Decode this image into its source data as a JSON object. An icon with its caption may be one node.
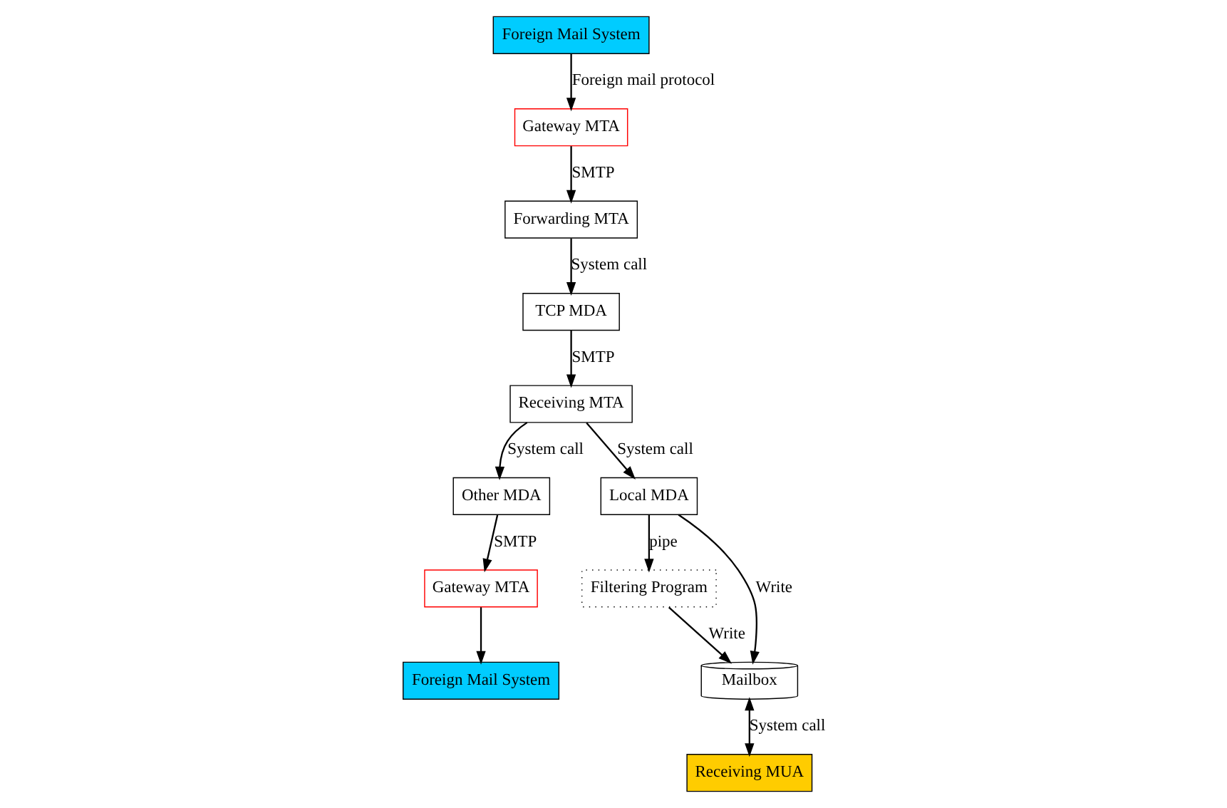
{
  "diagram": {
    "nodes": [
      {
        "text": [
          "Foreign Mail System"
        ]
      },
      {
        "text": [
          "Gateway MTA"
        ]
      },
      {
        "text": [
          "Forwarding MTA"
        ]
      },
      {
        "text": [
          "TCP MDA"
        ]
      },
      {
        "text": [
          "Receiving MTA"
        ]
      },
      {
        "text": [
          "Other MDA"
        ]
      },
      {
        "text": [
          "Gateway MTA"
        ]
      },
      {
        "text": [
          "Filtering Program"
        ]
      },
      {
        "text": [
          "Local MDA"
        ]
      },
      {
        "text": [
          "Mailbox"
        ]
      },
      {
        "text": [
          "Receiving MUA"
        ]
      },
      {
        "text": [
          "Foreign Mail System"
        ]
      }
    ],
    "edges": [
      {
        "from": 0,
        "to": 1,
        "arrow": "to",
        "label": "Foreign mail protocol"
      },
      {
        "from": 1,
        "to": 2,
        "arrow": "to",
        "label": "SMTP"
      },
      {
        "from": 2,
        "to": 3,
        "arrow": "to",
        "label": "System call"
      },
      {
        "from": 3,
        "to": 4,
        "arrow": "to",
        "label": "SMTP"
      },
      {
        "from": 4,
        "to": 5,
        "arrow": "to",
        "label": "System call"
      },
      {
        "from": 5,
        "to": 6,
        "arrow": "to",
        "label": "SMTP"
      },
      {
        "from": 6,
        "to": 11,
        "arrow": "to"
      },
      {
        "from": 4,
        "to": 8,
        "arrow": "to",
        "label": "System call"
      },
      {
        "from": 8,
        "to": 7,
        "arrow": "to",
        "label": "pipe"
      },
      {
        "from": 7,
        "to": 9,
        "arrow": "to",
        "label": "Write"
      },
      {
        "from": 8,
        "to": 9,
        "arrow": "to",
        "label": "Write"
      },
      {
        "from": 9,
        "to": 10,
        "arrow": "both",
        "label": "System call"
      }
    ]
  }
}
